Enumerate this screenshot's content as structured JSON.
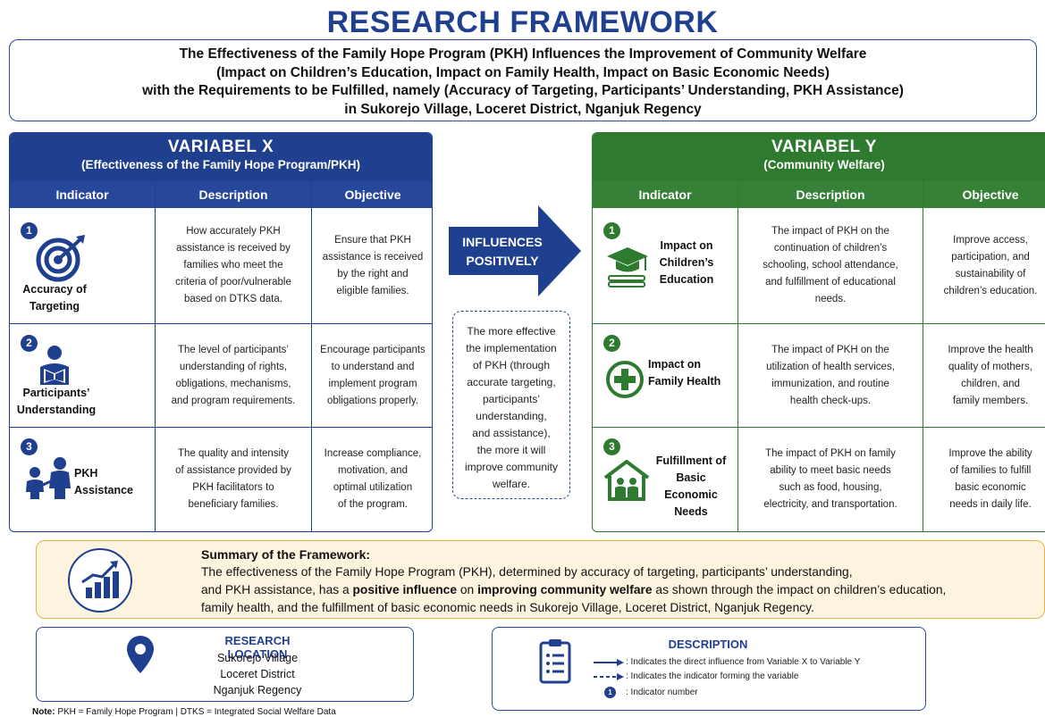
{
  "title": "RESEARCH FRAMEWORK",
  "subtitle": {
    "line1": "The Effectiveness of the Family Hope Program (PKH) Influences the Improvement of Community Welfare",
    "line2": "(Impact on Children’s Education, Impact on Family Health, Impact on Basic Economic Needs)",
    "line3": "with the Requirements to be Fulfilled, namely (Accuracy of Targeting, Participants’ Understanding, PKH Assistance)",
    "line4": "in Sukorejo Village, Loceret District, Nganjuk Regency"
  },
  "variable_x": {
    "title": "VARIABEL X",
    "subtitle": "(Effectiveness of the Family Hope Program/PKH)",
    "columns": [
      "Indicator",
      "Description",
      "Objective"
    ],
    "rows": [
      {
        "number": "1",
        "icon": "target-icon",
        "indicator_lines": [
          "Accuracy of",
          "Targeting"
        ],
        "description_lines": [
          "How accurately PKH",
          "assistance is received by",
          "families who meet the",
          "criteria of poor/vulnerable",
          "based on DTKS data."
        ],
        "objective_lines": [
          "Ensure that PKH",
          "assistance is received",
          "by the right and",
          "eligible families."
        ]
      },
      {
        "number": "2",
        "icon": "reader-icon",
        "indicator_lines": [
          "Participants’",
          "Understanding"
        ],
        "description_lines": [
          "The level of participants’",
          "understanding of rights,",
          "obligations, mechanisms,",
          "and program requirements."
        ],
        "objective_lines": [
          "Encourage participants",
          "to understand and",
          "implement program",
          "obligations properly."
        ]
      },
      {
        "number": "3",
        "icon": "parent-child-icon",
        "indicator_lines": [
          "PKH",
          "Assistance"
        ],
        "description_lines": [
          "The quality and intensity",
          "of assistance provided by",
          "PKH facilitators to",
          "beneficiary families."
        ],
        "objective_lines": [
          "Increase compliance,",
          "motivation, and",
          "optimal utilization",
          "of the program."
        ]
      }
    ]
  },
  "influence": {
    "arrow_lines": [
      "INFLUENCES",
      "POSITIVELY"
    ],
    "explanation_lines": [
      "The more effective",
      "the implementation",
      "of PKH (through",
      "accurate targeting,",
      "participants’",
      "understanding,",
      "and assistance),",
      "the more it will",
      "improve community",
      "welfare."
    ]
  },
  "variable_y": {
    "title": "VARIABEL Y",
    "subtitle": "(Community Welfare)",
    "columns": [
      "Indicator",
      "Description",
      "Objective"
    ],
    "rows": [
      {
        "number": "1",
        "icon": "graduation-cap-icon",
        "indicator_lines": [
          "Impact on",
          "Children’s",
          "Education"
        ],
        "description_lines": [
          "The impact of PKH on the",
          "continuation of children’s",
          "schooling, school attendance,",
          "and fulfillment of educational",
          "needs."
        ],
        "objective_lines": [
          "Improve access,",
          "participation, and",
          "sustainability of",
          "children’s education."
        ]
      },
      {
        "number": "2",
        "icon": "medical-cross-icon",
        "indicator_lines": [
          "Impact on",
          "Family Health"
        ],
        "description_lines": [
          "The impact of PKH on the",
          "utilization of health services,",
          "immunization, and routine",
          "health check-ups."
        ],
        "objective_lines": [
          "Improve the health",
          "quality of mothers,",
          "children, and",
          "family members."
        ]
      },
      {
        "number": "3",
        "icon": "family-house-icon",
        "indicator_lines": [
          "Fulfillment of",
          "Basic Economic",
          "Needs"
        ],
        "description_lines": [
          "The impact of PKH on family",
          "ability to meet basic needs",
          "such as food, housing,",
          "electricity, and transportation."
        ],
        "objective_lines": [
          "Improve the ability",
          "of families to fulfill",
          "basic economic",
          "needs in daily life."
        ]
      }
    ]
  },
  "summary": {
    "title": "Summary of the Framework:",
    "line1": "The effectiveness of the Family Hope Program (PKH), determined by accuracy of targeting, participants’ understanding,",
    "line2_a": "and PKH assistance, has a ",
    "line2_b": "positive influence",
    "line2_c": " on ",
    "line2_d": "improving community welfare",
    "line2_e": " as shown through the impact on children’s education,",
    "line3": "family health, and the fulfillment of basic economic needs in Sukorejo Village, Loceret District, Nganjuk Regency."
  },
  "location": {
    "title": "RESEARCH LOCATION",
    "lines": [
      "Sukorejo Village",
      "Loceret District",
      "Nganjuk Regency"
    ]
  },
  "legend": {
    "title": "DESCRIPTION",
    "items": [
      ": Indicates the direct influence from Variable X to Variable Y",
      ": Indicates the indicator forming the variable",
      ": Indicator number"
    ],
    "sample_number": "1"
  },
  "note": {
    "label": "Note:",
    "text": " PKH = Family Hope Program | DTKS = Integrated Social Welfare Data"
  },
  "colors": {
    "blue": "#1f3f8f",
    "green": "#2e7a2e",
    "amber": "#e8b04a",
    "cream": "#fdf4df"
  }
}
